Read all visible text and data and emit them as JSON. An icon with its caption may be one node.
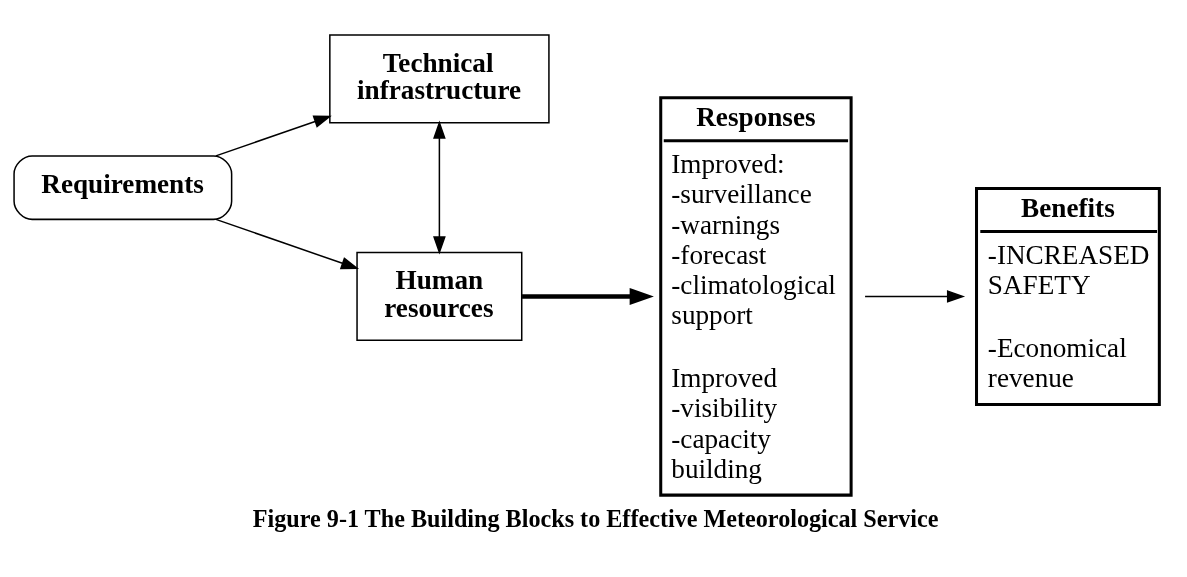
{
  "diagram": {
    "caption": "Figure 9-1 The Building Blocks to Effective Meteorological Service",
    "nodes": [
      {
        "text": [
          "Requirements"
        ]
      },
      {
        "text": [
          "Technical infrastructure"
        ]
      },
      {
        "text": [
          "Human resources"
        ]
      },
      {
        "text": [
          "Responses",
          "Improved: -surveillance -warnings -forecast -climatological support",
          "Improved -visibility -capacity building"
        ]
      },
      {
        "text": [
          "Benefits",
          "-INCREASED SAFETY",
          "-Economical revenue"
        ]
      }
    ],
    "edges": [
      {
        "from": 0,
        "to": 1,
        "arrow": "to"
      },
      {
        "from": 0,
        "to": 2,
        "arrow": "to"
      },
      {
        "from": 1,
        "to": 2,
        "arrow": "both"
      },
      {
        "from": 2,
        "to": 3,
        "arrow": "to",
        "style": "thick"
      },
      {
        "from": 3,
        "to": 4,
        "arrow": "to"
      }
    ]
  }
}
